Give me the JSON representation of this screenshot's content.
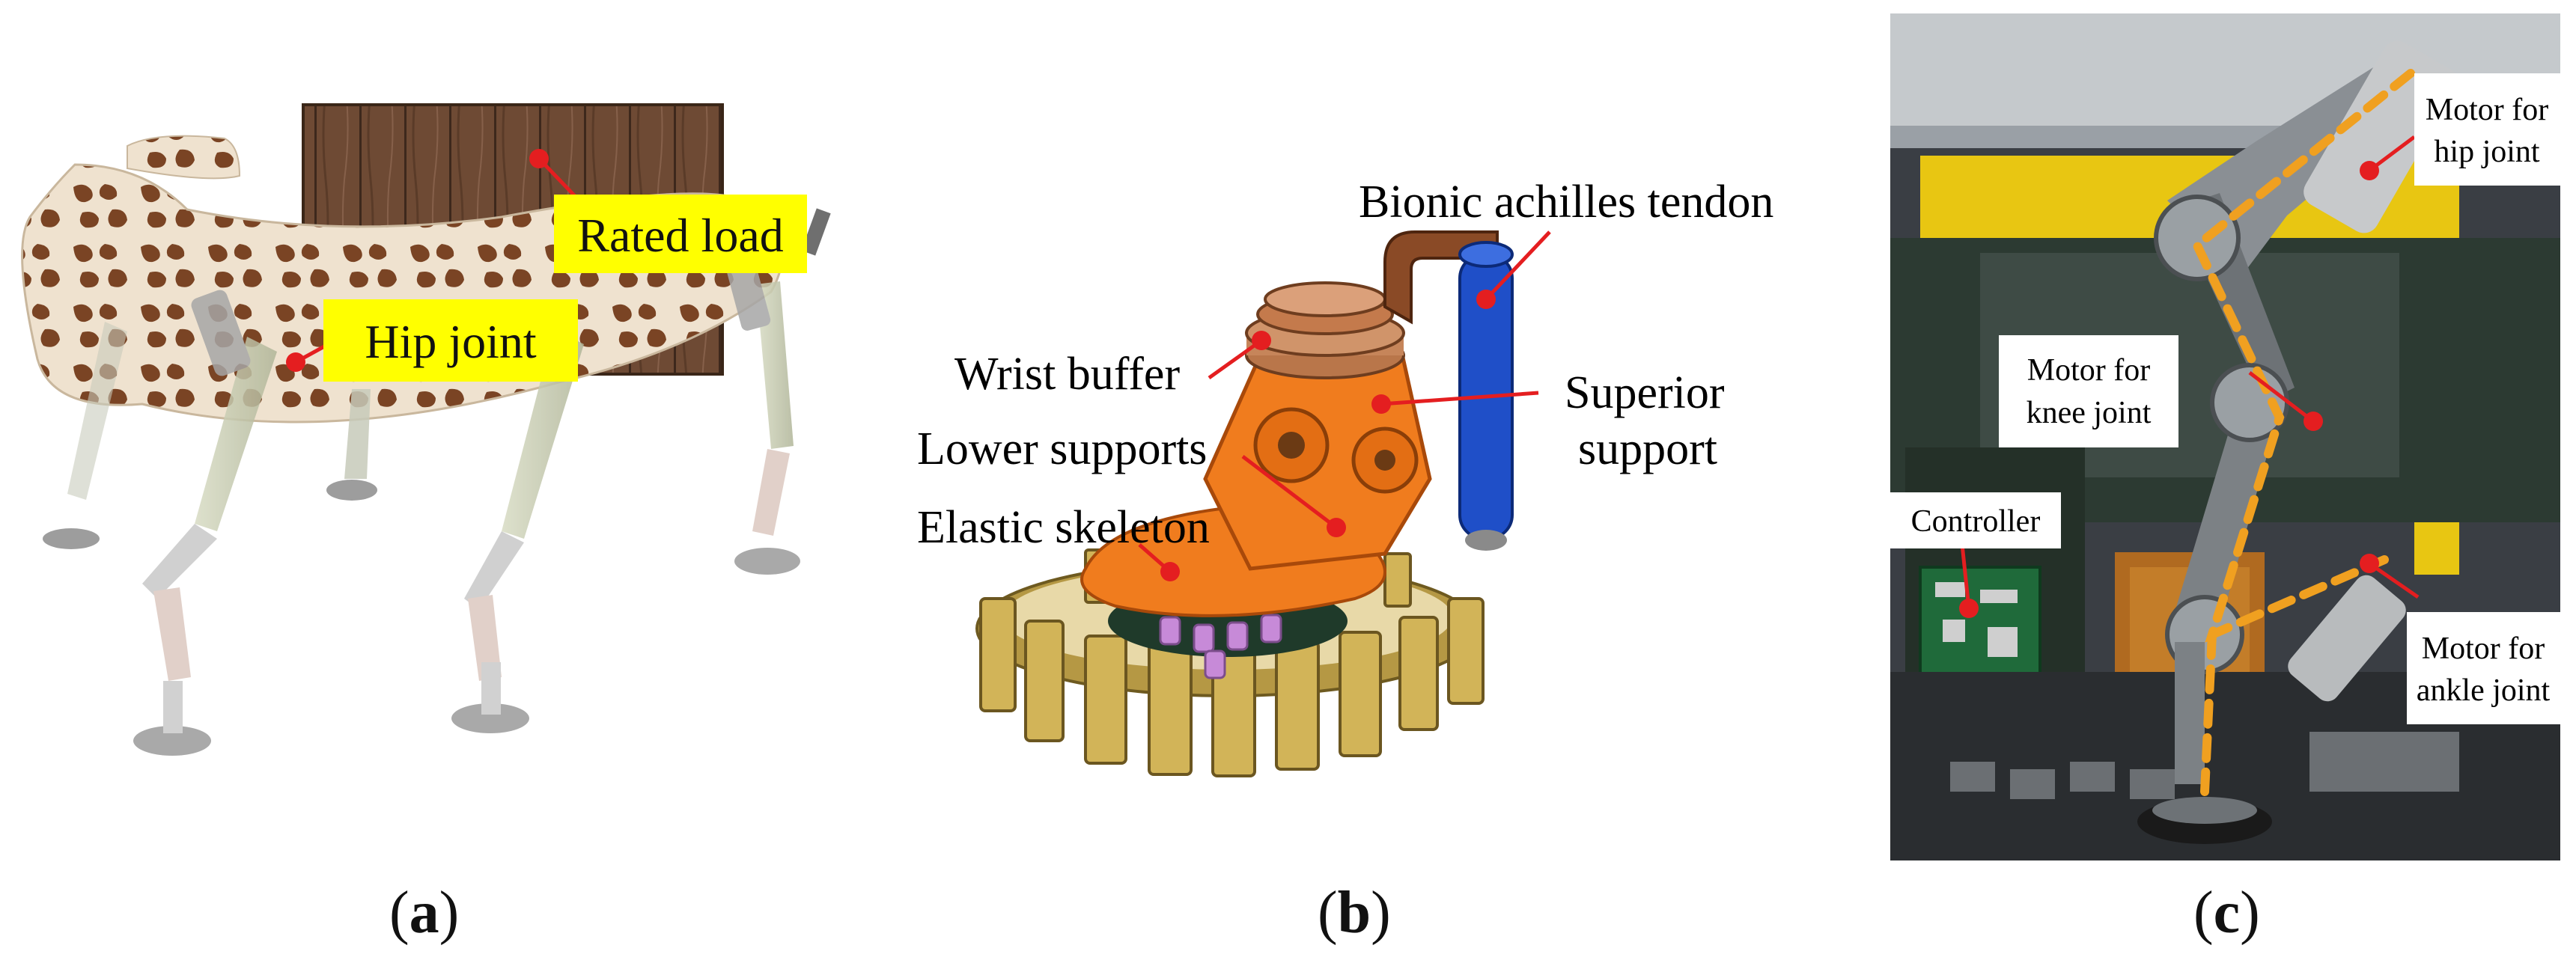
{
  "panel_a": {
    "caption_letter": "a",
    "labels": {
      "rated_load": "Rated load",
      "hip_joint": "Hip joint"
    }
  },
  "panel_b": {
    "caption_letter": "b",
    "labels": {
      "bionic_tendon": "Bionic achilles tendon",
      "wrist_buffer": "Wrist buffer",
      "superior_support_1": "Superior",
      "superior_support_2": "support",
      "lower_supports": "Lower supports",
      "elastic_skeleton": "Elastic skeleton"
    }
  },
  "panel_c": {
    "caption_letter": "c",
    "labels": {
      "motor_hip_1": "Motor for",
      "motor_hip_2": "hip joint",
      "motor_knee_1": "Motor for",
      "motor_knee_2": "knee joint",
      "controller": "Controller",
      "motor_ankle_1": "Motor for",
      "motor_ankle_2": "ankle joint"
    }
  },
  "colors": {
    "label_yellow": "#ffff00",
    "marker_red": "#e41e20",
    "orange_support": "#f07c1e",
    "tendon_blue": "#1f4fc8",
    "skeleton_gold": "#c8a84e",
    "dashed_orange": "#f0a020"
  }
}
